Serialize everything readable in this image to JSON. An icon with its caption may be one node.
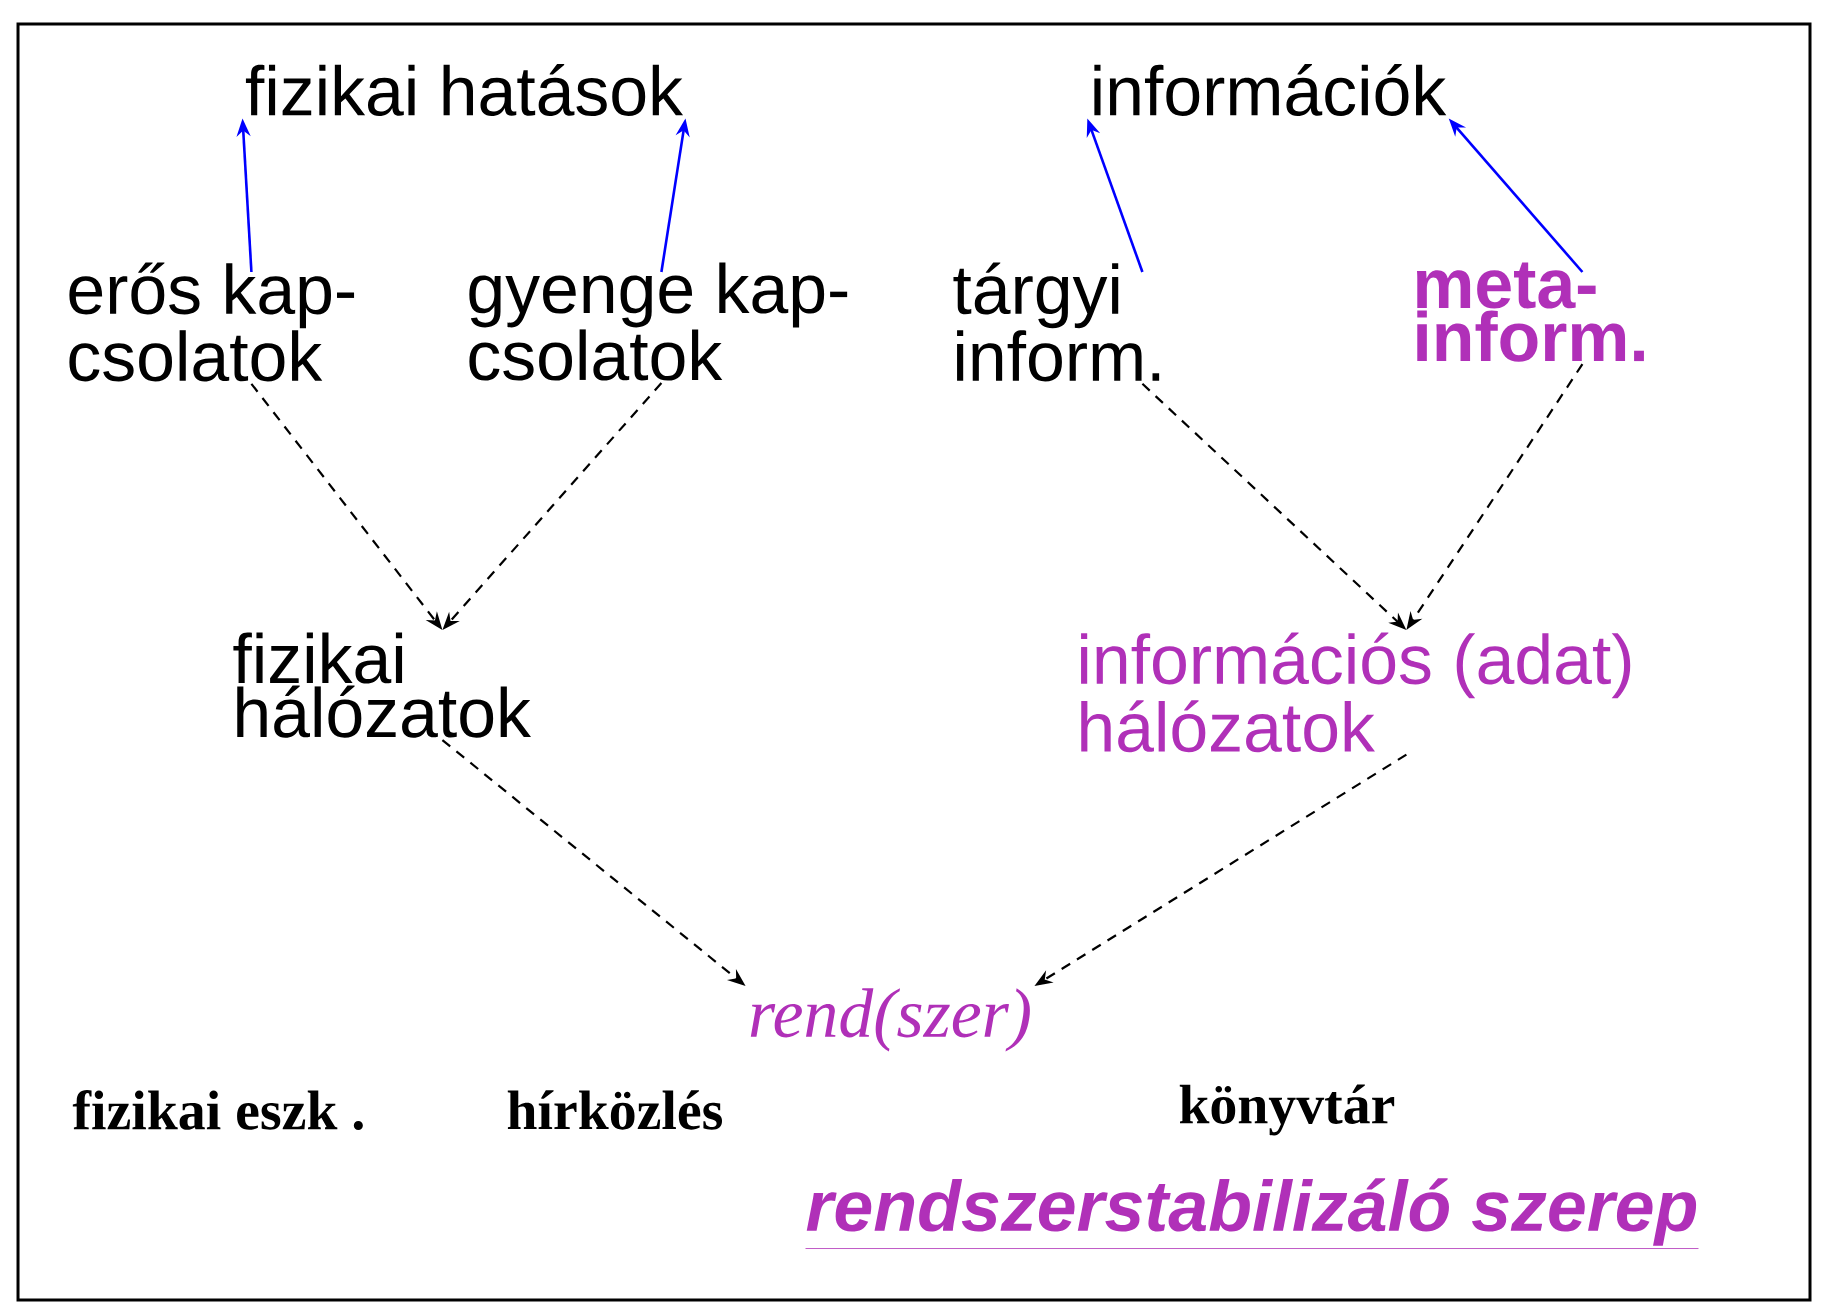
{
  "diagram": {
    "nodes": [
      {
        "text": [
          "fizikai hatások"
        ]
      },
      {
        "text": [
          "információk"
        ]
      },
      {
        "text": [
          "erős kap- csolatok"
        ]
      },
      {
        "text": [
          "gyenge kap- csolatok"
        ]
      },
      {
        "text": [
          "tárgyi inform."
        ]
      },
      {
        "text": [
          "meta- inform."
        ]
      },
      {
        "text": [
          "fizikai hálózatok"
        ]
      },
      {
        "text": [
          "információs (adat) hálózatok"
        ]
      },
      {
        "text": [
          "rend(szer)"
        ]
      }
    ],
    "edges": [
      {
        "from": 2,
        "to": 0,
        "arrow": "to",
        "color": "#0000ff"
      },
      {
        "from": 3,
        "to": 0,
        "arrow": "to",
        "color": "#0000ff"
      },
      {
        "from": 4,
        "to": 1,
        "arrow": "to",
        "color": "#0000ff"
      },
      {
        "from": 5,
        "to": 1,
        "arrow": "to",
        "color": "#0000ff"
      },
      {
        "from": 2,
        "to": 6,
        "arrow": "to",
        "style": "dashed"
      },
      {
        "from": 3,
        "to": 6,
        "arrow": "to",
        "style": "dashed"
      },
      {
        "from": 4,
        "to": 7,
        "arrow": "to",
        "style": "dashed"
      },
      {
        "from": 5,
        "to": 7,
        "arrow": "to",
        "style": "dashed"
      },
      {
        "from": 6,
        "to": 8,
        "arrow": "to",
        "style": "dashed"
      },
      {
        "from": 7,
        "to": 8,
        "arrow": "to",
        "style": "dashed"
      }
    ],
    "labels": [
      "fizikai eszk .",
      "hírközlés",
      "könyvtár",
      "rendszerstabilizáló szerep"
    ]
  }
}
